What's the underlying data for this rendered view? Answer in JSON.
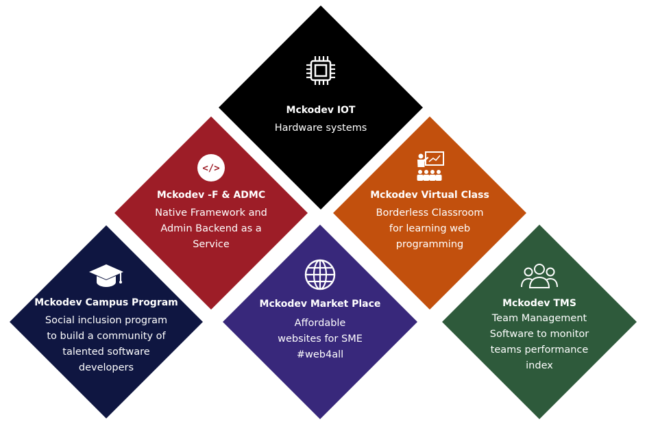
{
  "tiles": [
    {
      "id": "iot",
      "title": "Mckodev IOT",
      "description_lines": [
        "Hardware systems"
      ],
      "icon": "microchip-icon",
      "color": "#000000"
    },
    {
      "id": "fadmc",
      "title": "Mckodev -F & ADMC",
      "description_lines": [
        "Native Framework and",
        "Admin Backend as a",
        "Service"
      ],
      "icon": "code-icon",
      "color": "#9d1d27"
    },
    {
      "id": "virtual",
      "title": "Mckodev Virtual Class",
      "description_lines": [
        "Borderless Classroom",
        "for learning web",
        "programming"
      ],
      "icon": "classroom-icon",
      "color": "#c2500d"
    },
    {
      "id": "campus",
      "title": "Mckodev Campus Program",
      "description_lines": [
        "Social inclusion program",
        "to build a community of",
        "talented software",
        "developers"
      ],
      "icon": "graduation-cap-icon",
      "color": "#0f1641"
    },
    {
      "id": "market",
      "title": "Mckodev Market Place",
      "description_lines": [
        "Affordable",
        "websites for SME",
        "#web4all"
      ],
      "icon": "globe-icon",
      "color": "#38287b"
    },
    {
      "id": "tms",
      "title": "Mckodev TMS",
      "description_lines": [
        "Team Management",
        "Software to monitor",
        "teams performance",
        "index"
      ],
      "icon": "team-icon",
      "color": "#2e5a3b"
    }
  ]
}
